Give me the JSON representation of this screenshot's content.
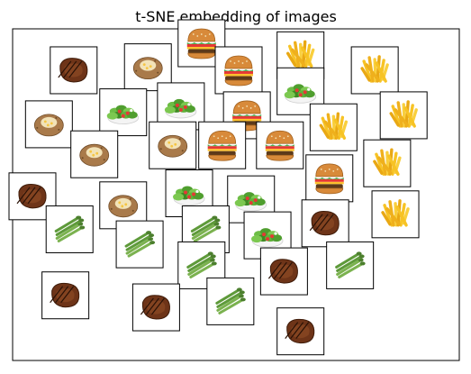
{
  "chart_data": {
    "type": "scatter",
    "title": "t-SNE embedding of images",
    "grid": false,
    "points": [
      {
        "x": 0.41,
        "y": 0.0,
        "image": "burger"
      },
      {
        "x": 0.65,
        "y": 0.04,
        "image": "fries"
      },
      {
        "x": 0.1,
        "y": 0.09,
        "image": "steak"
      },
      {
        "x": 0.28,
        "y": 0.08,
        "image": "baked-potato"
      },
      {
        "x": 0.5,
        "y": 0.09,
        "image": "burger"
      },
      {
        "x": 0.83,
        "y": 0.09,
        "image": "fries"
      },
      {
        "x": 0.65,
        "y": 0.16,
        "image": "salad"
      },
      {
        "x": 0.36,
        "y": 0.21,
        "image": "salad"
      },
      {
        "x": 0.22,
        "y": 0.23,
        "image": "salad"
      },
      {
        "x": 0.52,
        "y": 0.24,
        "image": "burger"
      },
      {
        "x": 0.9,
        "y": 0.24,
        "image": "fries"
      },
      {
        "x": 0.04,
        "y": 0.27,
        "image": "baked-potato"
      },
      {
        "x": 0.73,
        "y": 0.28,
        "image": "fries"
      },
      {
        "x": 0.34,
        "y": 0.34,
        "image": "baked-potato"
      },
      {
        "x": 0.46,
        "y": 0.34,
        "image": "burger"
      },
      {
        "x": 0.6,
        "y": 0.34,
        "image": "burger"
      },
      {
        "x": 0.15,
        "y": 0.37,
        "image": "baked-potato"
      },
      {
        "x": 0.86,
        "y": 0.4,
        "image": "fries"
      },
      {
        "x": 0.72,
        "y": 0.45,
        "image": "burger"
      },
      {
        "x": 0.0,
        "y": 0.51,
        "image": "steak"
      },
      {
        "x": 0.38,
        "y": 0.5,
        "image": "salad"
      },
      {
        "x": 0.53,
        "y": 0.52,
        "image": "salad"
      },
      {
        "x": 0.22,
        "y": 0.54,
        "image": "baked-potato"
      },
      {
        "x": 0.88,
        "y": 0.57,
        "image": "fries"
      },
      {
        "x": 0.71,
        "y": 0.6,
        "image": "steak"
      },
      {
        "x": 0.09,
        "y": 0.62,
        "image": "asparagus"
      },
      {
        "x": 0.42,
        "y": 0.62,
        "image": "asparagus"
      },
      {
        "x": 0.57,
        "y": 0.64,
        "image": "salad"
      },
      {
        "x": 0.26,
        "y": 0.67,
        "image": "asparagus"
      },
      {
        "x": 0.41,
        "y": 0.74,
        "image": "asparagus"
      },
      {
        "x": 0.77,
        "y": 0.74,
        "image": "asparagus"
      },
      {
        "x": 0.61,
        "y": 0.76,
        "image": "steak"
      },
      {
        "x": 0.08,
        "y": 0.84,
        "image": "steak"
      },
      {
        "x": 0.3,
        "y": 0.88,
        "image": "steak"
      },
      {
        "x": 0.48,
        "y": 0.86,
        "image": "asparagus"
      },
      {
        "x": 0.65,
        "y": 0.96,
        "image": "steak"
      }
    ]
  }
}
